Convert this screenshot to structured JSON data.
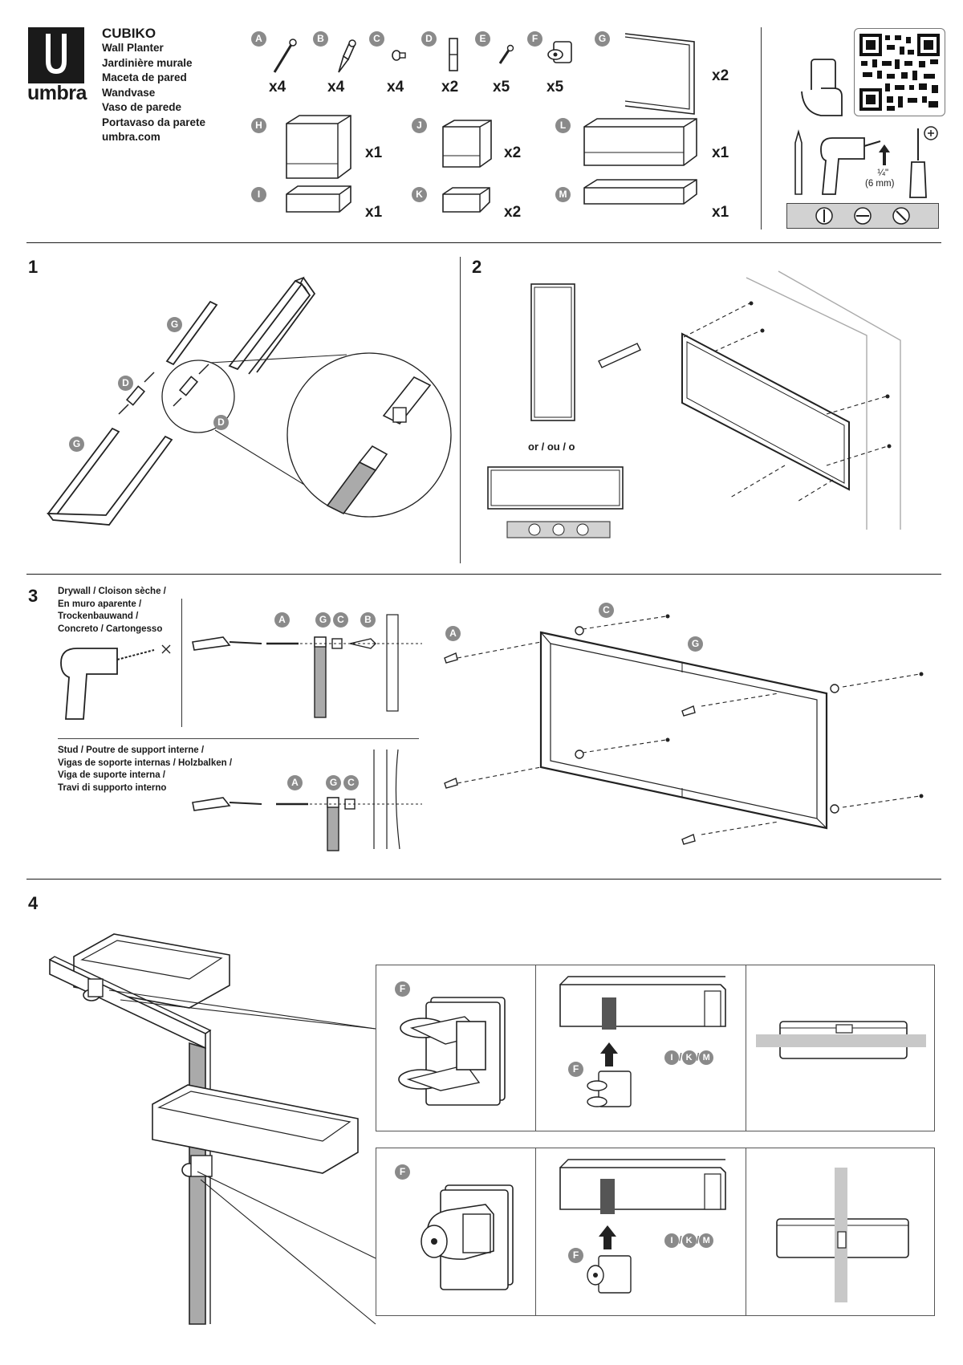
{
  "brand": {
    "logo_text": "umbra",
    "product": "CUBIKO",
    "names": [
      "Wall Planter",
      "Jardinière murale",
      "Maceta de pared",
      "Wandvase",
      "Vaso de parede",
      "Portavaso da parete",
      "umbra.com"
    ]
  },
  "parts": [
    {
      "letter": "A",
      "qty": "x4"
    },
    {
      "letter": "B",
      "qty": "x4"
    },
    {
      "letter": "C",
      "qty": "x4"
    },
    {
      "letter": "D",
      "qty": "x2"
    },
    {
      "letter": "E",
      "qty": "x5"
    },
    {
      "letter": "F",
      "qty": "x5"
    },
    {
      "letter": "G",
      "qty": "x2"
    },
    {
      "letter": "H",
      "qty": "x1"
    },
    {
      "letter": "I",
      "qty": "x1"
    },
    {
      "letter": "J",
      "qty": "x2"
    },
    {
      "letter": "K",
      "qty": "x2"
    },
    {
      "letter": "L",
      "qty": "x1"
    },
    {
      "letter": "M",
      "qty": "x1"
    }
  ],
  "tools": {
    "drill_bit_fraction": "¼\"",
    "drill_bit_metric": "(6 mm)"
  },
  "steps": {
    "s1": {
      "number": "1",
      "labels": {
        "g": "G",
        "d": "D"
      }
    },
    "s2": {
      "number": "2",
      "or_text": "or / ou / o"
    },
    "s3": {
      "number": "3",
      "drywall_lines": [
        "Drywall / Cloison sèche /",
        "En muro aparente /",
        "Trockenbauwand /",
        "Concreto / Cartongesso"
      ],
      "stud_lines": [
        "Stud / Poutre de support interne /",
        "Vigas de soporte internas / Holzbalken /",
        "Viga de suporte interna /",
        "Travi di supporto interno"
      ],
      "labels": {
        "a": "A",
        "g": "G",
        "c": "C",
        "b": "B"
      }
    },
    "s4": {
      "number": "4",
      "f_label": "F",
      "ikm": [
        "I",
        "K",
        "M"
      ],
      "ikm_sep": "/"
    }
  },
  "colors": {
    "badge": "#8a8a8a",
    "line": "#1a1a1a",
    "grey_bar": "#c8c8c8"
  }
}
